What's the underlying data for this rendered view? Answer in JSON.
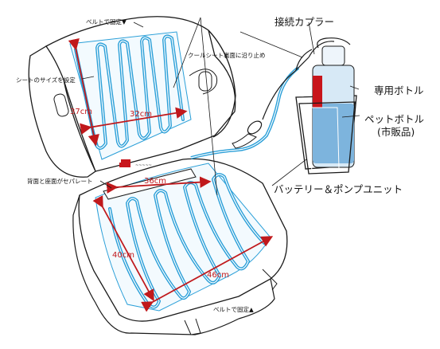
{
  "labels": {
    "belt_top": "ベルトで固定▼",
    "seat_size": "シートのサイズを設定",
    "cool_sheet": "クールシート裏面に沿り止め",
    "separate": "背面と座面がセパレート",
    "belt_bottom": "ベルトで固定▲",
    "coupler": "接続カプラー",
    "dedicated_bottle": "専用ボトル",
    "pet_bottle": "ペットボトル",
    "pet_bottle_note": "(市販品)",
    "battery_pump": "バッテリー＆ポンプユニット"
  },
  "dimensions": {
    "back_height": "37cm",
    "back_width": "32cm",
    "seat_width": "36cm",
    "seat_depth": "40cm",
    "seat_diagonal": "46cm"
  },
  "colors": {
    "tube": "#2a9fd8",
    "dimension": "#c0191c",
    "outline": "#1a1a1a",
    "bottle": "#7db4dd",
    "bottle_cap": "#c8151b"
  }
}
